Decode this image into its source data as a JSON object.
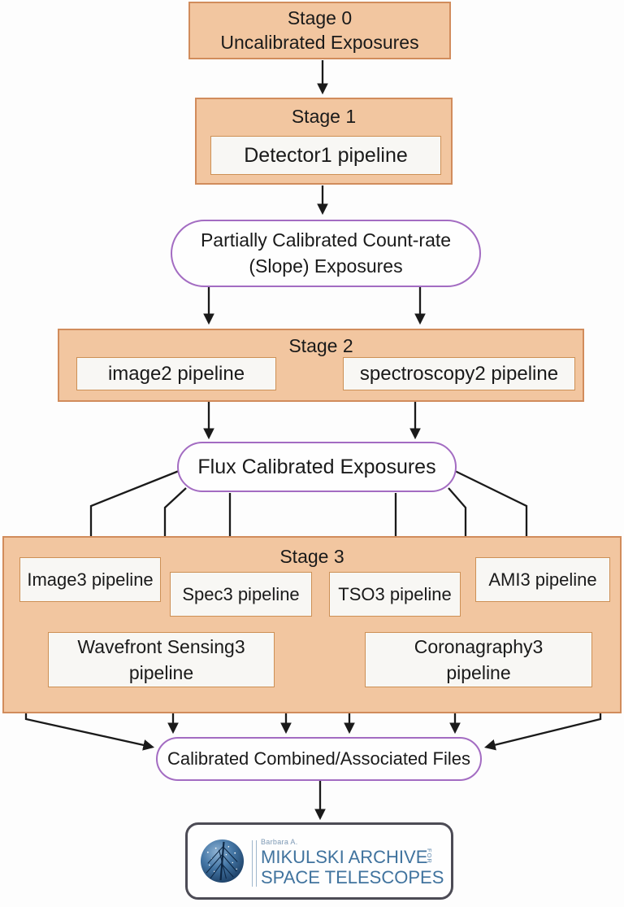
{
  "colors": {
    "stage_fill": "#f2c6a0",
    "stage_border": "#d18c5c",
    "inner_box_fill": "#f8f7f4",
    "inner_box_border": "#cd9055",
    "pill_border": "#a36cc2",
    "arrow": "#1a1a1a",
    "mast_border": "#4c4b55",
    "mast_blue": "#40739e",
    "mast_globe_blue": "#4577a6"
  },
  "stage0": {
    "title": "Stage 0",
    "subtitle": "Uncalibrated Exposures"
  },
  "stage1": {
    "title": "Stage 1",
    "pipeline": "Detector1 pipeline"
  },
  "slope_pill": {
    "line1": "Partially Calibrated Count-rate",
    "line2": "(Slope) Exposures"
  },
  "stage2": {
    "title": "Stage 2",
    "image2": "image2 pipeline",
    "spectroscopy2": "spectroscopy2 pipeline"
  },
  "flux_pill": {
    "label": "Flux Calibrated Exposures"
  },
  "stage3": {
    "title": "Stage 3",
    "image3": "Image3 pipeline",
    "spec3": "Spec3 pipeline",
    "tso3": "TSO3 pipeline",
    "ami3": "AMI3 pipeline",
    "wavefront_line1": "Wavefront Sensing3",
    "wavefront_line2": "pipeline",
    "coronagraphy_line1": "Coronagraphy3",
    "coronagraphy_line2": "pipeline"
  },
  "calibrated_pill": {
    "label": "Calibrated Combined/Associated Files"
  },
  "mast": {
    "pre": "Barbara A.",
    "line1": "MIKULSKI ARCHIVE",
    "for_label": "FOR",
    "line2": "SPACE TELESCOPES"
  }
}
